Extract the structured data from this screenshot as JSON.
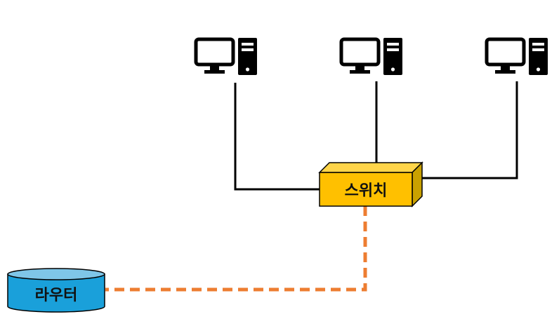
{
  "nodes": {
    "switch": {
      "label": "스위치",
      "color": "#FFC000",
      "edge_color": "#C9A100"
    },
    "router": {
      "label": "라우터",
      "color": "#1AA0DA",
      "top_color": "#7FC6E8"
    },
    "computers": [
      {
        "icon": "desktop-computer-icon"
      },
      {
        "icon": "desktop-computer-icon"
      },
      {
        "icon": "desktop-computer-icon"
      }
    ]
  },
  "links": {
    "lan_color": "#000000",
    "uplink_color": "#ED7D31",
    "uplink_style": "dashed"
  }
}
